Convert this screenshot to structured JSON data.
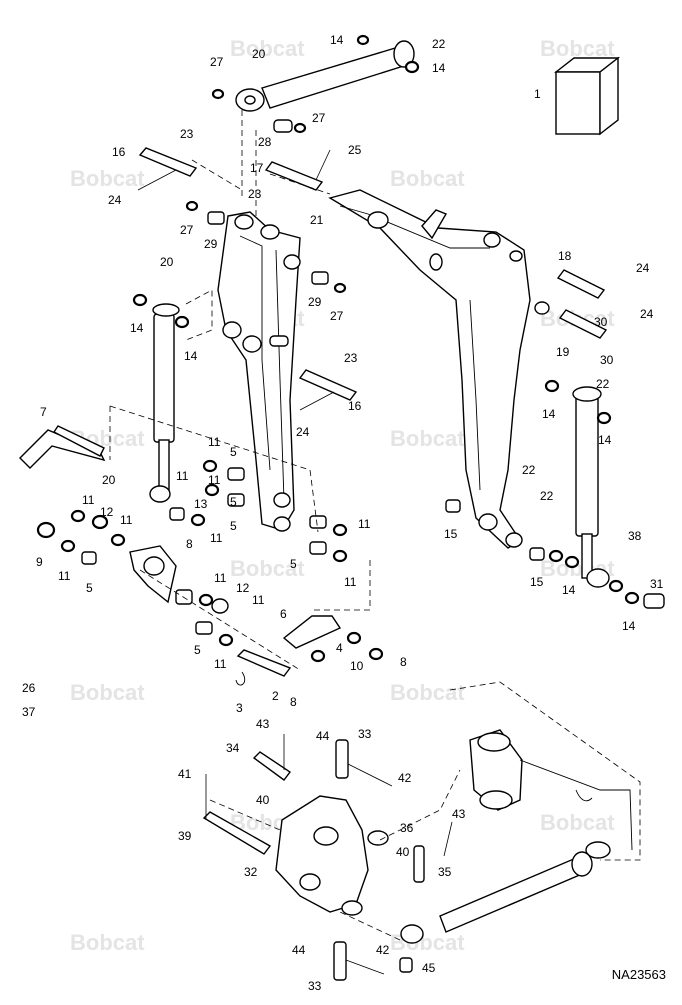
{
  "drawing_number": "NA23563",
  "watermark_text": "Bobcat",
  "callouts": [
    {
      "id": "c14a",
      "label": "14"
    },
    {
      "id": "c22a",
      "label": "22"
    },
    {
      "id": "c14b",
      "label": "14"
    },
    {
      "id": "c20a",
      "label": "20"
    },
    {
      "id": "c27a",
      "label": "27"
    },
    {
      "id": "c28",
      "label": "28"
    },
    {
      "id": "c27b",
      "label": "27"
    },
    {
      "id": "c1",
      "label": "1"
    },
    {
      "id": "c23a",
      "label": "23"
    },
    {
      "id": "c16a",
      "label": "16"
    },
    {
      "id": "c24a",
      "label": "24"
    },
    {
      "id": "c25",
      "label": "25"
    },
    {
      "id": "c17",
      "label": "17"
    },
    {
      "id": "c23b",
      "label": "23"
    },
    {
      "id": "c27c",
      "label": "27"
    },
    {
      "id": "c29a",
      "label": "29"
    },
    {
      "id": "c21",
      "label": "21"
    },
    {
      "id": "c20b",
      "label": "20"
    },
    {
      "id": "c18",
      "label": "18"
    },
    {
      "id": "c24b",
      "label": "24"
    },
    {
      "id": "c14c",
      "label": "14"
    },
    {
      "id": "c14d",
      "label": "14"
    },
    {
      "id": "c29b",
      "label": "29"
    },
    {
      "id": "c27d",
      "label": "27"
    },
    {
      "id": "c30a",
      "label": "30"
    },
    {
      "id": "c24c",
      "label": "24"
    },
    {
      "id": "c19",
      "label": "19"
    },
    {
      "id": "c30b",
      "label": "30"
    },
    {
      "id": "c23c",
      "label": "23"
    },
    {
      "id": "c22b",
      "label": "22"
    },
    {
      "id": "c16b",
      "label": "16"
    },
    {
      "id": "c14e",
      "label": "14"
    },
    {
      "id": "c14f",
      "label": "14"
    },
    {
      "id": "c24d",
      "label": "24"
    },
    {
      "id": "c7",
      "label": "7"
    },
    {
      "id": "c11a",
      "label": "11"
    },
    {
      "id": "c5a",
      "label": "5"
    },
    {
      "id": "c11b",
      "label": "11"
    },
    {
      "id": "c5b",
      "label": "5"
    },
    {
      "id": "c11c",
      "label": "11"
    },
    {
      "id": "c20c",
      "label": "20"
    },
    {
      "id": "c22c",
      "label": "22"
    },
    {
      "id": "c22d",
      "label": "22"
    },
    {
      "id": "c13",
      "label": "13"
    },
    {
      "id": "c11d",
      "label": "11"
    },
    {
      "id": "c12a",
      "label": "12"
    },
    {
      "id": "c11e",
      "label": "11"
    },
    {
      "id": "c5c",
      "label": "5"
    },
    {
      "id": "c11f",
      "label": "11"
    },
    {
      "id": "c11g",
      "label": "11"
    },
    {
      "id": "c15a",
      "label": "15"
    },
    {
      "id": "c38",
      "label": "38"
    },
    {
      "id": "c9",
      "label": "9"
    },
    {
      "id": "c8a",
      "label": "8"
    },
    {
      "id": "c5d",
      "label": "5"
    },
    {
      "id": "c11h",
      "label": "11"
    },
    {
      "id": "c15b",
      "label": "15"
    },
    {
      "id": "c14g",
      "label": "14"
    },
    {
      "id": "c31",
      "label": "31"
    },
    {
      "id": "c11i",
      "label": "11"
    },
    {
      "id": "c5e",
      "label": "5"
    },
    {
      "id": "c11j",
      "label": "11"
    },
    {
      "id": "c12b",
      "label": "12"
    },
    {
      "id": "c11k",
      "label": "11"
    },
    {
      "id": "c14h",
      "label": "14"
    },
    {
      "id": "c6",
      "label": "6"
    },
    {
      "id": "c5f",
      "label": "5"
    },
    {
      "id": "c11l",
      "label": "11"
    },
    {
      "id": "c4",
      "label": "4"
    },
    {
      "id": "c10",
      "label": "10"
    },
    {
      "id": "c8b",
      "label": "8"
    },
    {
      "id": "c26",
      "label": "26"
    },
    {
      "id": "c37",
      "label": "37"
    },
    {
      "id": "c2",
      "label": "2"
    },
    {
      "id": "c3",
      "label": "3"
    },
    {
      "id": "c8c",
      "label": "8"
    },
    {
      "id": "c43a",
      "label": "43"
    },
    {
      "id": "c44a",
      "label": "44"
    },
    {
      "id": "c33a",
      "label": "33"
    },
    {
      "id": "c34",
      "label": "34"
    },
    {
      "id": "c41",
      "label": "41"
    },
    {
      "id": "c42a",
      "label": "42"
    },
    {
      "id": "c40a",
      "label": "40"
    },
    {
      "id": "c39",
      "label": "39"
    },
    {
      "id": "c36",
      "label": "36"
    },
    {
      "id": "c43b",
      "label": "43"
    },
    {
      "id": "c40b",
      "label": "40"
    },
    {
      "id": "c32",
      "label": "32"
    },
    {
      "id": "c35",
      "label": "35"
    },
    {
      "id": "c44b",
      "label": "44"
    },
    {
      "id": "c42b",
      "label": "42"
    },
    {
      "id": "c45",
      "label": "45"
    },
    {
      "id": "c33b",
      "label": "33"
    }
  ]
}
